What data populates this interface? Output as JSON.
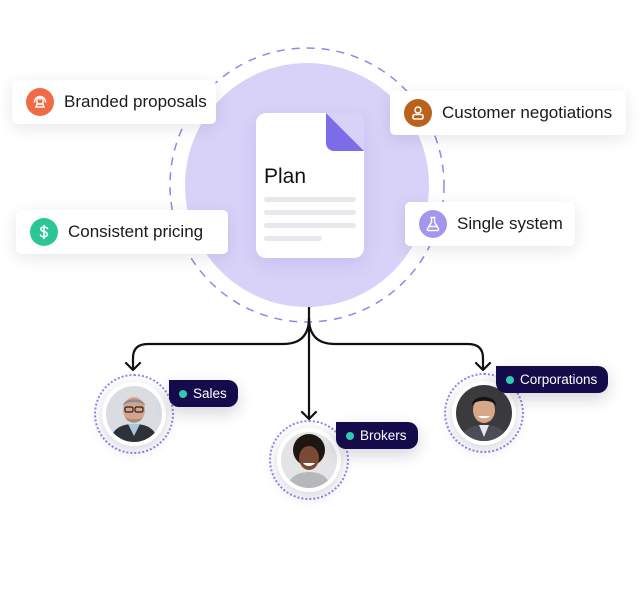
{
  "center": {
    "document_title": "Plan",
    "circle_fill": "#d8d2f8",
    "dashed_ring_color": "#8f86ec",
    "fold_color": "#7d6ce8"
  },
  "features": [
    {
      "label": "Branded proposals",
      "icon": "support-agent-icon",
      "icon_bg": "#ef6a45"
    },
    {
      "label": "Customer negotiations",
      "icon": "user-icon",
      "icon_bg": "#b8621b"
    },
    {
      "label": "Consistent pricing",
      "icon": "dollar-icon",
      "icon_bg": "#2cc596"
    },
    {
      "label": "Single system",
      "icon": "flask-icon",
      "icon_bg": "#a596ec"
    }
  ],
  "audiences": [
    {
      "label": "Sales",
      "status_dot_color": "#2ecbb0"
    },
    {
      "label": "Brokers",
      "status_dot_color": "#2ecbb0"
    },
    {
      "label": "Corporations",
      "status_dot_color": "#2ecbb0"
    }
  ],
  "tag_bg": "#140b4a"
}
